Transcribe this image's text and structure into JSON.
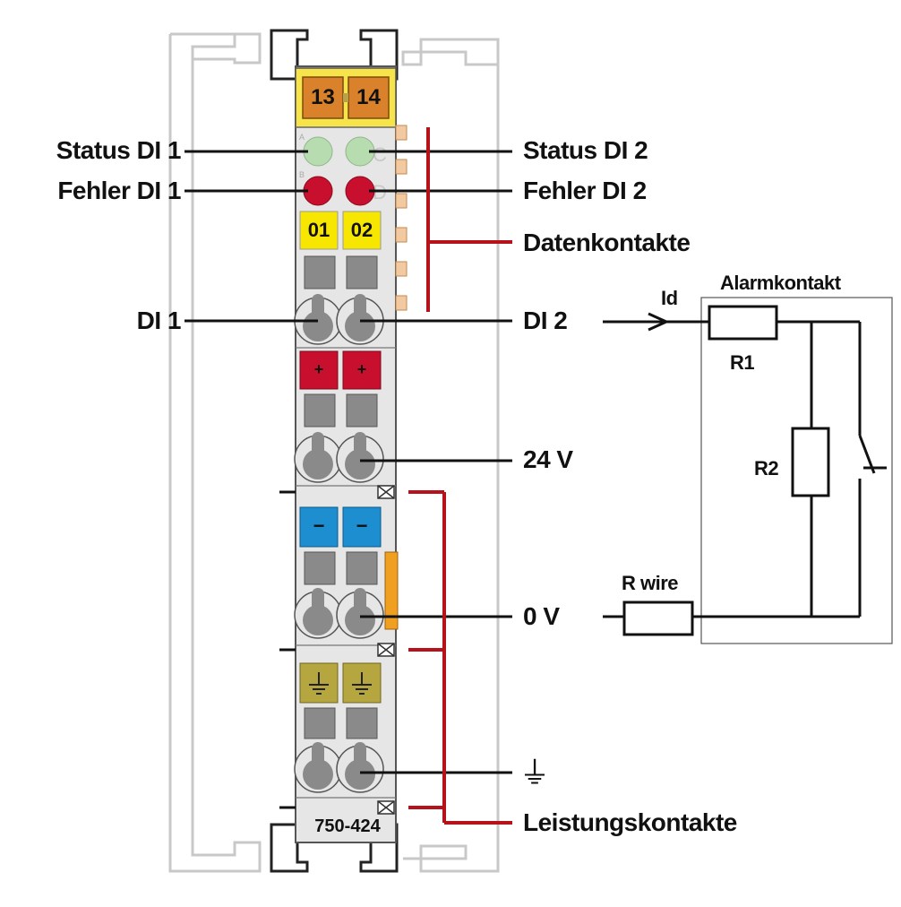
{
  "module": {
    "part_number": "750-424",
    "top_slots": [
      "13",
      "14"
    ],
    "channel_slots": [
      "01",
      "02"
    ],
    "plus_symbol": "+",
    "minus_symbol": "−",
    "colors": {
      "housing": "#e6e6e6",
      "top_yellow": "#f7e34a",
      "top_orange": "#d9822b",
      "status_led": "#b7dcb0",
      "error_led": "#c8102e",
      "channel_yellow": "#f7e600",
      "plus_red": "#c8102e",
      "minus_blue": "#1d8fd1",
      "earth_olive": "#b5a640",
      "gray_block": "#8a8a8a",
      "callout_red": "#b5121b"
    }
  },
  "labels": {
    "status_di1": "Status DI 1",
    "status_di2": "Status DI 2",
    "fehler_di1": "Fehler DI 1",
    "fehler_di2": "Fehler DI 2",
    "datenkontakte": "Datenkontakte",
    "di1": "DI 1",
    "di2": "DI 2",
    "v24": "24 V",
    "v0": "0 V",
    "earth_symbol": "⏚",
    "leistungskontakte": "Leistungskontakte"
  },
  "circuit": {
    "id_label": "Id",
    "alarm_label": "Alarmkontakt",
    "r1": "R1",
    "r2": "R2",
    "rwire": "R wire"
  }
}
